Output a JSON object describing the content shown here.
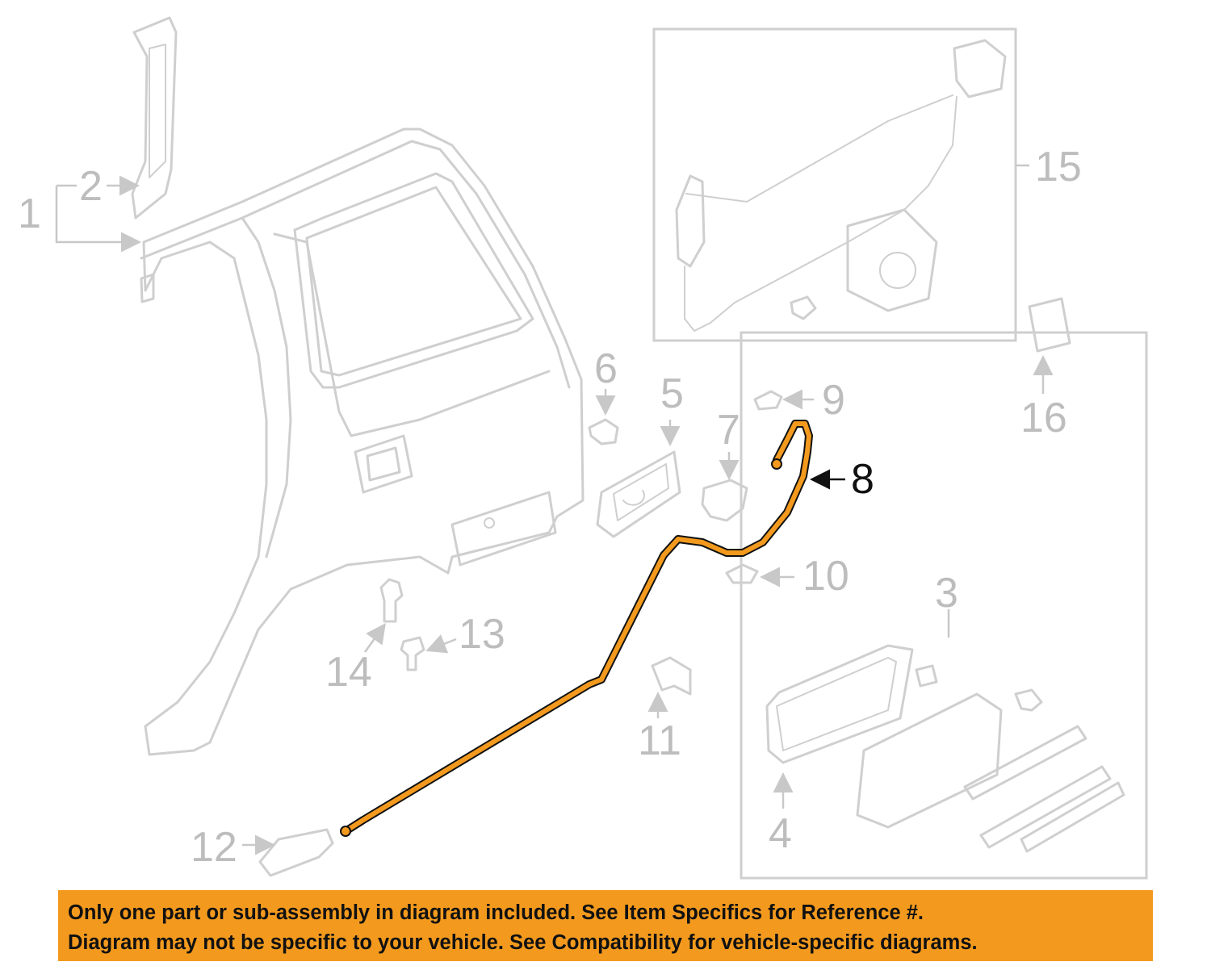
{
  "callouts": {
    "c1": "1",
    "c2": "2",
    "c3": "3",
    "c4": "4",
    "c5": "5",
    "c6": "6",
    "c7": "7",
    "c8": "8",
    "c9": "9",
    "c10": "10",
    "c11": "11",
    "c12": "12",
    "c13": "13",
    "c14": "14",
    "c15": "15",
    "c16": "16"
  },
  "highlight": {
    "part_number": "8",
    "color": "#f39a1e"
  },
  "colors": {
    "line_art": "#cfcfcf",
    "banner": "#f39a1e",
    "highlight_outline": "#111111"
  },
  "notice": {
    "line1": "Only one part or sub-assembly in diagram included. See Item Specifics for Reference #.",
    "line2": "Diagram may not be specific to your vehicle. See Compatibility for vehicle-specific diagrams."
  }
}
